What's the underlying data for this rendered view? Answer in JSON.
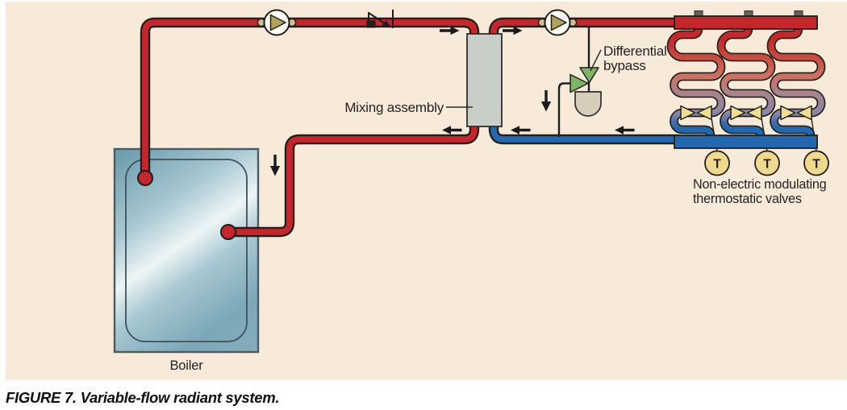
{
  "caption": "FIGURE 7. Variable-flow radiant system.",
  "labels": {
    "mixing_assembly": "Mixing assembly",
    "differential_bypass": {
      "line1": "Differential",
      "line2": "bypass"
    },
    "thermostatic_valves": {
      "line1": "Non-electric modulating",
      "line2": "thermostatic valves"
    },
    "boiler": "Boiler"
  },
  "thermostats": [
    {
      "label": "T"
    },
    {
      "label": "T"
    },
    {
      "label": "T"
    }
  ],
  "components": [
    "boiler",
    "boiler-supply-pipe",
    "boiler-return-pipe",
    "circulator-pump-primary",
    "check-valve",
    "mixing-assembly",
    "circulator-pump-secondary",
    "differential-bypass-valve",
    "supply-manifold",
    "return-manifold",
    "radiant-circuit-1",
    "radiant-circuit-2",
    "radiant-circuit-3",
    "balancing-valve-1",
    "balancing-valve-2",
    "balancing-valve-3",
    "thermostatic-actuator-1",
    "thermostatic-actuator-2",
    "thermostatic-actuator-3",
    "flow-direction-arrows"
  ],
  "colors": {
    "page_bg": "#ffffff",
    "panel_bg": "#f7ead9",
    "supply_red": "#c5262b",
    "return_blue": "#2268b0",
    "pipe_outline": "#241d19",
    "bypass_green": "#7cb564",
    "brass_tan": "#b3a259",
    "flange_tan": "#cfc08b",
    "valve_tan": "#eedd92",
    "thermostat_fill": "#efd98d",
    "dome_tan": "#d8cdbb",
    "mixing_gray": "#c8cfc8",
    "text": "#231f20",
    "serp_salmon": "#cc7263",
    "serp_mauve": "#a3858f",
    "serp_purple": "#8b87a8",
    "boiler_steel_dark": "#6899ab",
    "boiler_steel_light": "#edf5f6"
  }
}
